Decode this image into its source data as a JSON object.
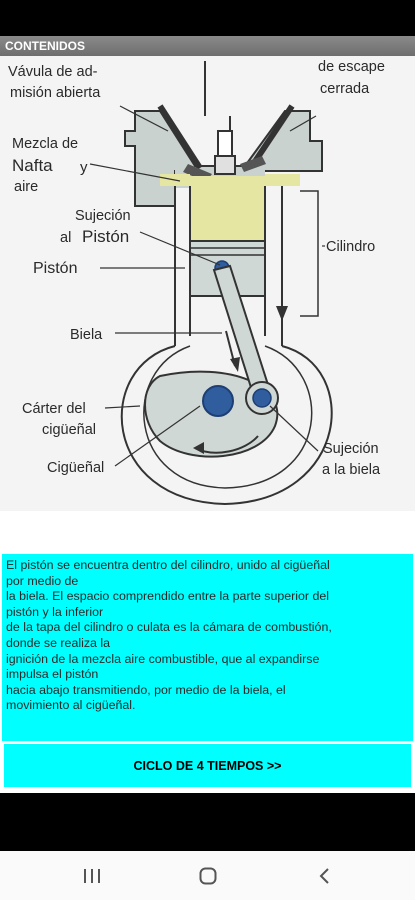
{
  "header": {
    "title": "CONTENIDOS"
  },
  "diagram": {
    "labels": {
      "intake_valve_1": "Vávula de ad-",
      "intake_valve_2": "misión abierta",
      "exhaust_valve_1": "de escape",
      "exhaust_valve_2": "cerrada",
      "mixture_1": "Mezcla de",
      "mixture_2": "Nafta",
      "mixture_y": "y",
      "mixture_3": "aire",
      "piston_pin_1": "Sujeción",
      "piston_pin_2a": "al",
      "piston_pin_2b": "Pistón",
      "piston": "Pistón",
      "cylinder": "Cilindro",
      "connecting_rod": "Biela",
      "crankcase_1": "Cárter del",
      "crankcase_2": "cigüeñal",
      "crankshaft": "Cigüeñal",
      "rod_joint_1": "Sujeción",
      "rod_joint_2": "a la biela"
    }
  },
  "description": {
    "text": "El pistón se encuentra dentro del cilindro, unido al cigüeñal\npor medio de\nla biela. El espacio comprendido entre la parte superior del\npistón y la inferior\nde la tapa del cilindro o culata es la cámara de combustión,\ndonde se realiza la\nignición de la mezcla aire combustible, que al expandirse\nimpulsa el pistón\nhacia abajo transmitiendo, por medio de la biela, el\nmovimiento al cigüeñal."
  },
  "actions": {
    "cycle_button_label": "CICLO DE 4 TIEMPOS >>"
  },
  "colors": {
    "accent": "#00ffff",
    "header": "#7a7a7a",
    "mixture": "#e6e6a3",
    "metal": "#cfd8d4",
    "pin": "#2f5d9e"
  },
  "nav": {
    "icons": [
      "recent-apps-icon",
      "home-icon",
      "back-icon"
    ]
  }
}
